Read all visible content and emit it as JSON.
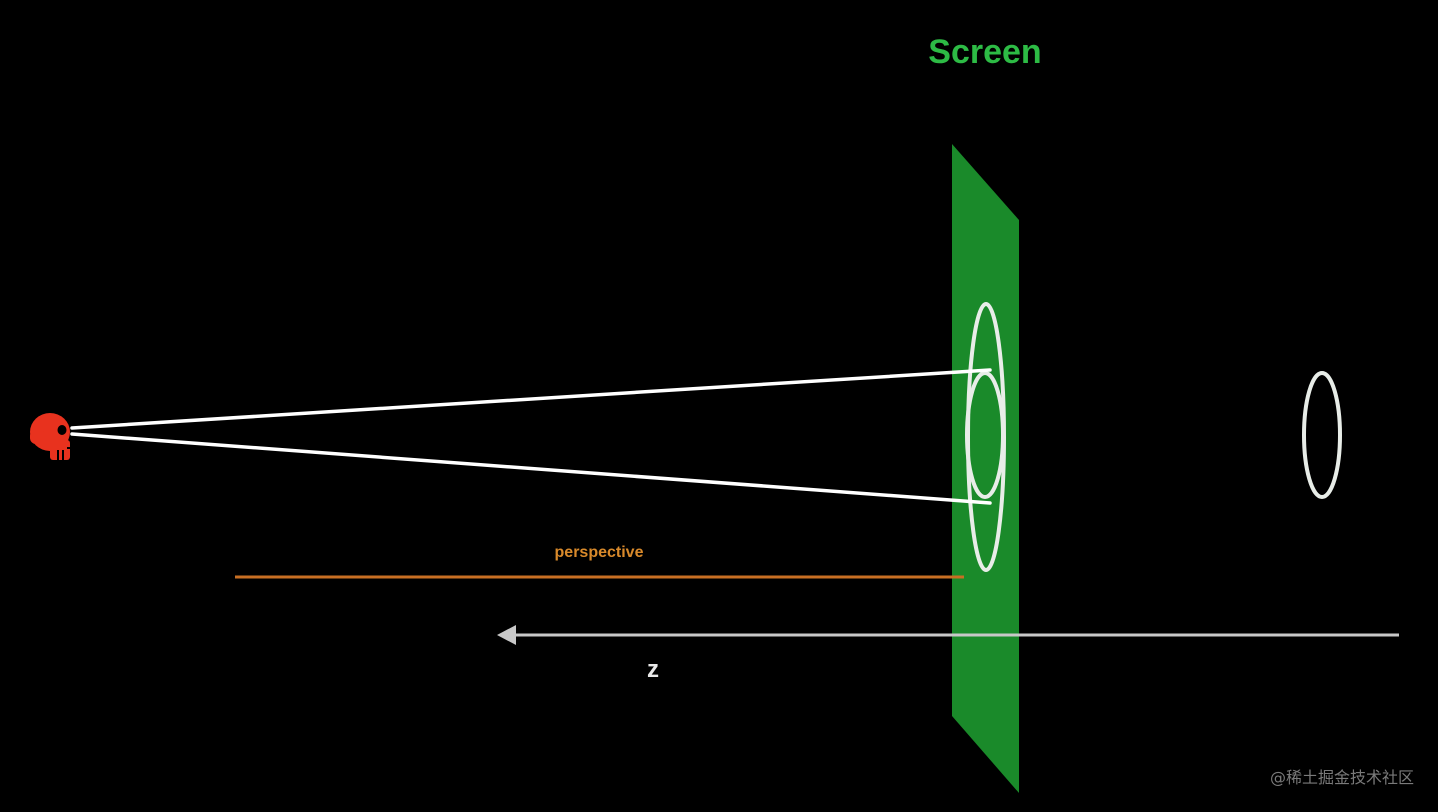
{
  "labels": {
    "screen": "Screen",
    "perspective": "perspective",
    "z_axis": "z",
    "watermark": "@稀土掘金技术社区"
  },
  "colors": {
    "background": "#000000",
    "screen_plane": "#1a8a2a",
    "screen_title": "#2dbb45",
    "perspective_line": "#c86f23",
    "perspective_text": "#d98a2b",
    "rays": "#ffffff",
    "circles": "#e8ede8",
    "z_arrow": "#c8c8c8",
    "viewer": "#e8321e",
    "watermark": "#7a7a7a"
  },
  "icons": {
    "viewer": "skull-icon"
  }
}
